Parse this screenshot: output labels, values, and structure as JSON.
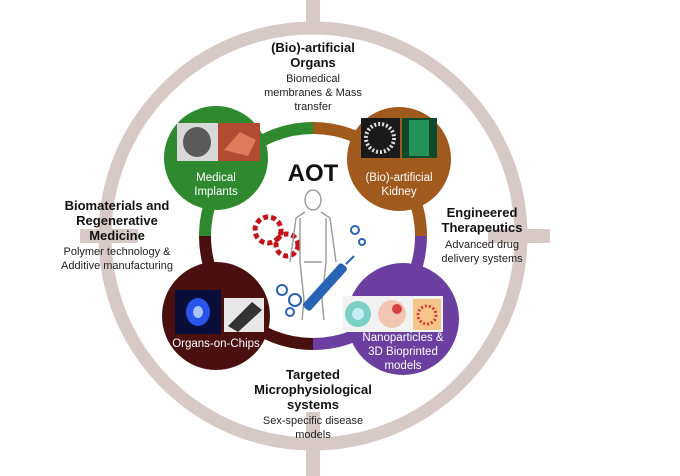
{
  "center": {
    "title": "AOT"
  },
  "colors": {
    "crosshair": "#d7c9c6",
    "green": "#2f8a2f",
    "brown": "#a15a1e",
    "purple": "#6a3fa0",
    "maroon": "#4a0f0f",
    "gear": "#c4121a",
    "figure_accent": "#2a63b5"
  },
  "top": {
    "heading_lines": [
      "(Bio)-artificial",
      "Organs"
    ],
    "sub_lines": [
      "Biomedical",
      "membranes & Mass",
      "transfer"
    ]
  },
  "left": {
    "heading_lines": [
      "Biomaterials and",
      "Regenerative",
      "Medicine"
    ],
    "sub_lines": [
      "Polymer technology &",
      "Additive manufacturing"
    ]
  },
  "right": {
    "heading_lines": [
      "Engineered",
      "Therapeutics"
    ],
    "sub_lines": [
      "Advanced drug",
      "delivery systems"
    ]
  },
  "bottom": {
    "heading_lines": [
      "Targeted",
      "Microphysiological",
      "systems"
    ],
    "sub_lines": [
      "Sex-specific disease",
      "models"
    ]
  },
  "nodes": {
    "top_left": {
      "label_lines": [
        "Medical",
        "Implants"
      ]
    },
    "top_right": {
      "label_lines": [
        "(Bio)-artificial",
        "Kidney"
      ]
    },
    "bottom_left": {
      "label_lines": [
        "Organs-on-Chips"
      ]
    },
    "bottom_right": {
      "label_lines": [
        "Nanoparticles &",
        "3D Bioprinted",
        "models"
      ]
    }
  }
}
